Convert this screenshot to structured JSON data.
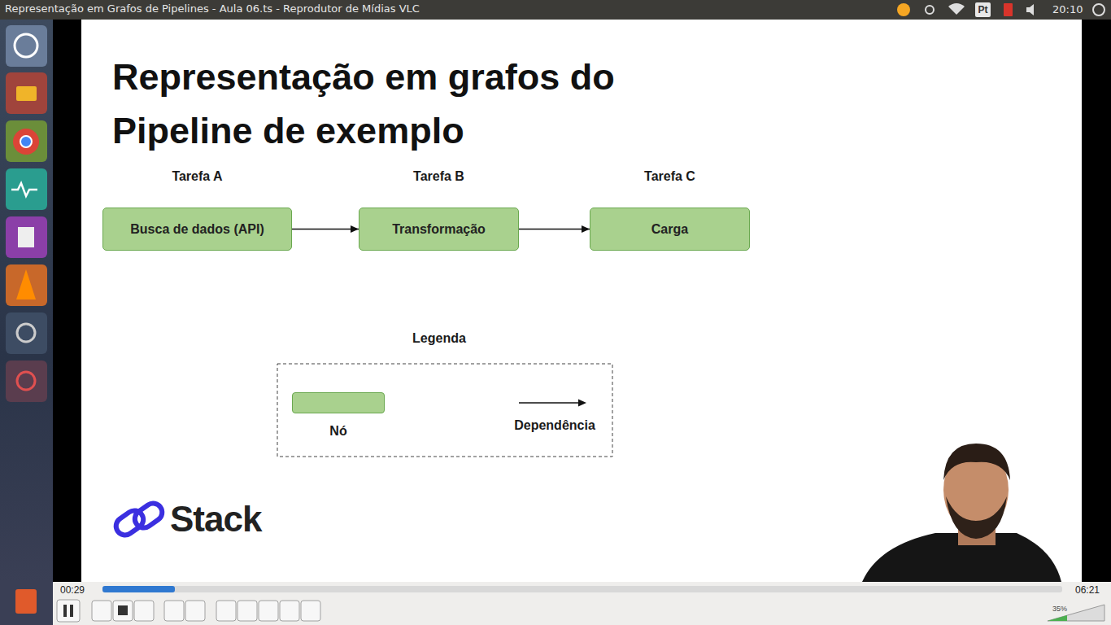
{
  "diagram": {
    "title": "Representação em grafos do Pipeline de exemplo",
    "nodes": [
      {
        "text": [
          "Tarefa A",
          "Busca de dados (API)"
        ]
      },
      {
        "text": [
          "Tarefa B",
          "Transformação"
        ]
      },
      {
        "text": [
          "Tarefa C",
          "Carga"
        ]
      }
    ],
    "edges": [
      {
        "from": 0,
        "to": 1,
        "arrow": "to"
      },
      {
        "from": 1,
        "to": 2,
        "arrow": "to"
      }
    ],
    "labels": [
      "Representação em Grafos de Pipelines - Aula 06.ts - Reprodutor de Mídias VLC",
      "Pt",
      "20:10",
      "Legenda",
      "Stack",
      "00:29",
      "06:21",
      "35%"
    ],
    "legend": [
      {
        "text": "Nó",
        "color": "#a9d18e"
      },
      {
        "text": "Dependência"
      }
    ]
  }
}
